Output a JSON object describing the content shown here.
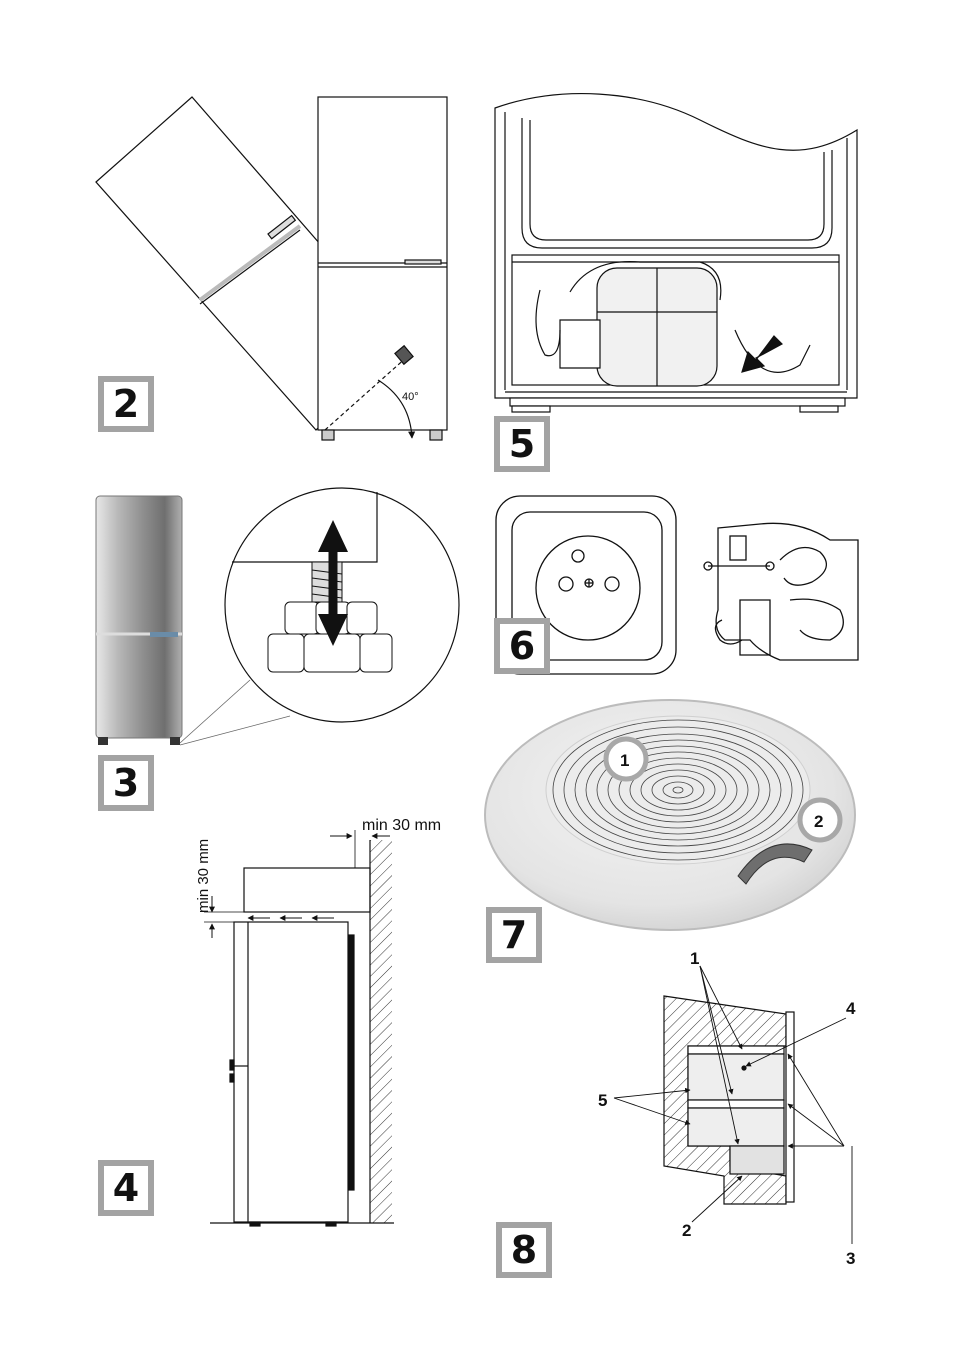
{
  "figures": {
    "fig2": {
      "number": "2",
      "angle_label": "40°"
    },
    "fig3": {
      "number": "3"
    },
    "fig4": {
      "number": "4",
      "top_gap_label": "min 30 mm",
      "side_gap_label": "min 30 mm"
    },
    "fig5": {
      "number": "5"
    },
    "fig6": {
      "number": "6"
    },
    "fig7": {
      "number": "7",
      "callouts": [
        "1",
        "2"
      ]
    },
    "fig8": {
      "number": "8",
      "callouts": [
        "1",
        "2",
        "3",
        "4",
        "5"
      ]
    }
  },
  "colors": {
    "box_border": "#a3a3a3",
    "line": "#111111",
    "callout_ring": "#a8a8a8"
  }
}
